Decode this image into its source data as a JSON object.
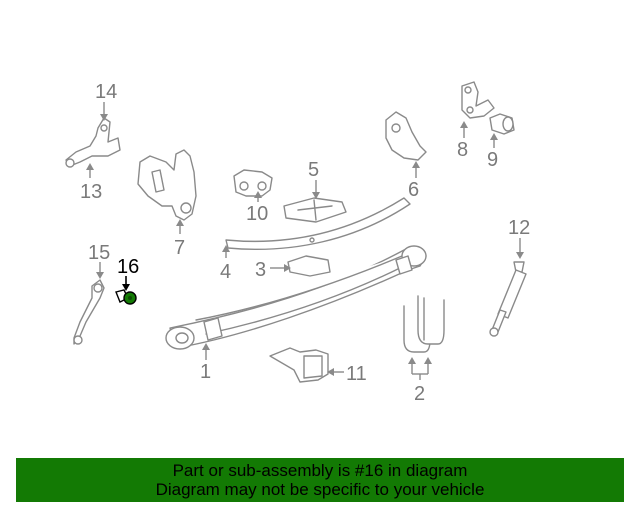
{
  "diagram": {
    "callouts": {
      "c1": "1",
      "c2": "2",
      "c3": "3",
      "c4": "4",
      "c5": "5",
      "c6": "6",
      "c7": "7",
      "c8": "8",
      "c9": "9",
      "c10": "10",
      "c11": "11",
      "c12": "12",
      "c13": "13",
      "c14": "14",
      "c15": "15",
      "c16": "16"
    },
    "highlight_color": "#137a04",
    "highlighted_part": "16"
  },
  "banner": {
    "line1": "Part or sub-assembly is #16 in diagram",
    "line2": "Diagram may not be specific to your vehicle",
    "background": "#137a04"
  }
}
